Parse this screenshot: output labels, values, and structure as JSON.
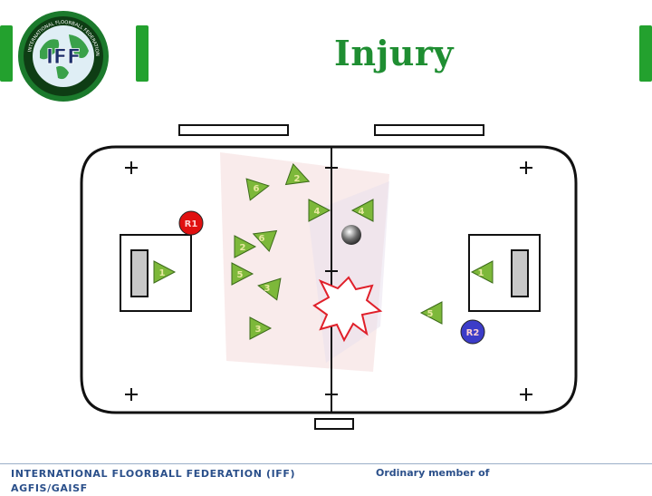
{
  "slide": {
    "title": "Injury",
    "footer_org": "INTERNATIONAL FLOORBALL FEDERATION (IFF)",
    "footer_org_cont": "AGFIS/GAISF",
    "footer_member": "Ordinary member of"
  },
  "logo": {
    "text": "IFF",
    "ring_text": "INTERNATIONAL FLOORBALL FEDERATION"
  },
  "colors": {
    "accent_green": "#23a12e",
    "title_green": "#1f8e32",
    "footer_blue": "#2a4f8a",
    "team_fill": "#7db83a",
    "team_text": "#e8e8a0",
    "referee1": "#e01010",
    "referee2": "#3c3cc8",
    "injury_red": "#e0202a"
  },
  "diagram": {
    "players": [
      {
        "label": "6",
        "rot": -10
      },
      {
        "label": "2",
        "rot": 20
      },
      {
        "label": "4",
        "rot": 0
      },
      {
        "label": "4",
        "rot": 180
      },
      {
        "label": "6",
        "rot": 200
      },
      {
        "label": "2",
        "rot": 0
      },
      {
        "label": "1",
        "rot": 0
      },
      {
        "label": "5",
        "rot": 0
      },
      {
        "label": "3",
        "rot": 190
      },
      {
        "label": "3",
        "rot": 0
      },
      {
        "label": "1",
        "rot": 180
      },
      {
        "label": "5",
        "rot": 180
      }
    ],
    "referees": [
      "R1",
      "R2"
    ]
  }
}
